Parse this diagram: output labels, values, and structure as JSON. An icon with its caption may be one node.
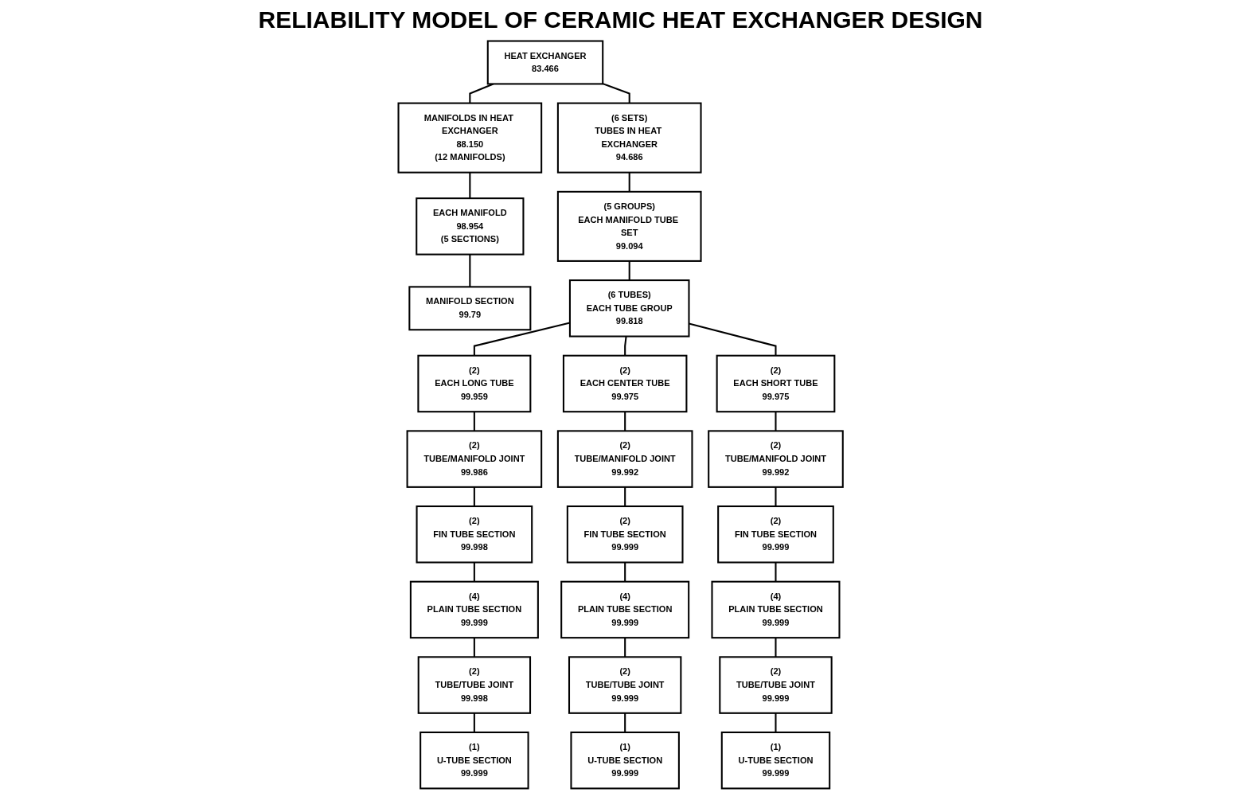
{
  "diagram": {
    "title": "RELIABILITY MODEL OF CERAMIC HEAT EXCHANGER DESIGN",
    "nodes": [
      {
        "text": [
          "HEAT EXCHANGER",
          "83.466"
        ]
      },
      {
        "text": [
          "MANIFOLDS IN HEAT EXCHANGER",
          "88.150",
          "(12 MANIFOLDS)"
        ]
      },
      {
        "text": [
          "(6 SETS)",
          "TUBES IN HEAT EXCHANGER",
          "94.686"
        ]
      },
      {
        "text": [
          "EACH MANIFOLD",
          "98.954",
          "(5 SECTIONS)"
        ]
      },
      {
        "text": [
          "(5 GROUPS)",
          "EACH MANIFOLD TUBE SET",
          "99.094"
        ]
      },
      {
        "text": [
          "MANIFOLD SECTION",
          "99.79"
        ]
      },
      {
        "text": [
          "(6 TUBES)",
          "EACH TUBE GROUP",
          "99.818"
        ]
      },
      {
        "text": [
          "(2)",
          "EACH LONG TUBE",
          "99.959"
        ]
      },
      {
        "text": [
          "(2)",
          "EACH CENTER TUBE",
          "99.975"
        ]
      },
      {
        "text": [
          "(2)",
          "EACH SHORT TUBE",
          "99.975"
        ]
      },
      {
        "text": [
          "(2)",
          "TUBE/MANIFOLD JOINT",
          "99.986"
        ]
      },
      {
        "text": [
          "(2)",
          "TUBE/MANIFOLD JOINT",
          "99.992"
        ]
      },
      {
        "text": [
          "(2)",
          "TUBE/MANIFOLD JOINT",
          "99.992"
        ]
      },
      {
        "text": [
          "(2)",
          "FIN TUBE SECTION",
          "99.998"
        ]
      },
      {
        "text": [
          "(2)",
          "FIN TUBE SECTION",
          "99.999"
        ]
      },
      {
        "text": [
          "(2)",
          "FIN TUBE SECTION",
          "99.999"
        ]
      },
      {
        "text": [
          "(4)",
          "PLAIN TUBE SECTION",
          "99.999"
        ]
      },
      {
        "text": [
          "(4)",
          "PLAIN TUBE SECTION",
          "99.999"
        ]
      },
      {
        "text": [
          "(4)",
          "PLAIN TUBE SECTION",
          "99.999"
        ]
      },
      {
        "text": [
          "(2)",
          "TUBE/TUBE JOINT",
          "99.998"
        ]
      },
      {
        "text": [
          "(2)",
          "TUBE/TUBE JOINT",
          "99.999"
        ]
      },
      {
        "text": [
          "(2)",
          "TUBE/TUBE JOINT",
          "99.999"
        ]
      },
      {
        "text": [
          "(1)",
          "U-TUBE SECTION",
          "99.999"
        ]
      },
      {
        "text": [
          "(1)",
          "U-TUBE SECTION",
          "99.999"
        ]
      },
      {
        "text": [
          "(1)",
          "U-TUBE SECTION",
          "99.999"
        ]
      }
    ],
    "edges": [
      {
        "from": 0,
        "to": 1,
        "arrow": "none"
      },
      {
        "from": 0,
        "to": 2,
        "arrow": "none"
      },
      {
        "from": 1,
        "to": 3,
        "arrow": "none"
      },
      {
        "from": 3,
        "to": 5,
        "arrow": "none"
      },
      {
        "from": 2,
        "to": 4,
        "arrow": "none"
      },
      {
        "from": 4,
        "to": 6,
        "arrow": "none"
      },
      {
        "from": 6,
        "to": 7,
        "arrow": "none"
      },
      {
        "from": 6,
        "to": 8,
        "arrow": "none"
      },
      {
        "from": 6,
        "to": 9,
        "arrow": "none"
      },
      {
        "from": 7,
        "to": 10,
        "arrow": "none"
      },
      {
        "from": 8,
        "to": 11,
        "arrow": "none"
      },
      {
        "from": 9,
        "to": 12,
        "arrow": "none"
      },
      {
        "from": 10,
        "to": 13,
        "arrow": "none"
      },
      {
        "from": 11,
        "to": 14,
        "arrow": "none"
      },
      {
        "from": 12,
        "to": 15,
        "arrow": "none"
      },
      {
        "from": 13,
        "to": 16,
        "arrow": "none"
      },
      {
        "from": 14,
        "to": 17,
        "arrow": "none"
      },
      {
        "from": 15,
        "to": 18,
        "arrow": "none"
      },
      {
        "from": 16,
        "to": 19,
        "arrow": "none"
      },
      {
        "from": 17,
        "to": 20,
        "arrow": "none"
      },
      {
        "from": 18,
        "to": 21,
        "arrow": "none"
      },
      {
        "from": 19,
        "to": 22,
        "arrow": "none"
      },
      {
        "from": 20,
        "to": 23,
        "arrow": "none"
      },
      {
        "from": 21,
        "to": 24,
        "arrow": "none"
      }
    ]
  }
}
